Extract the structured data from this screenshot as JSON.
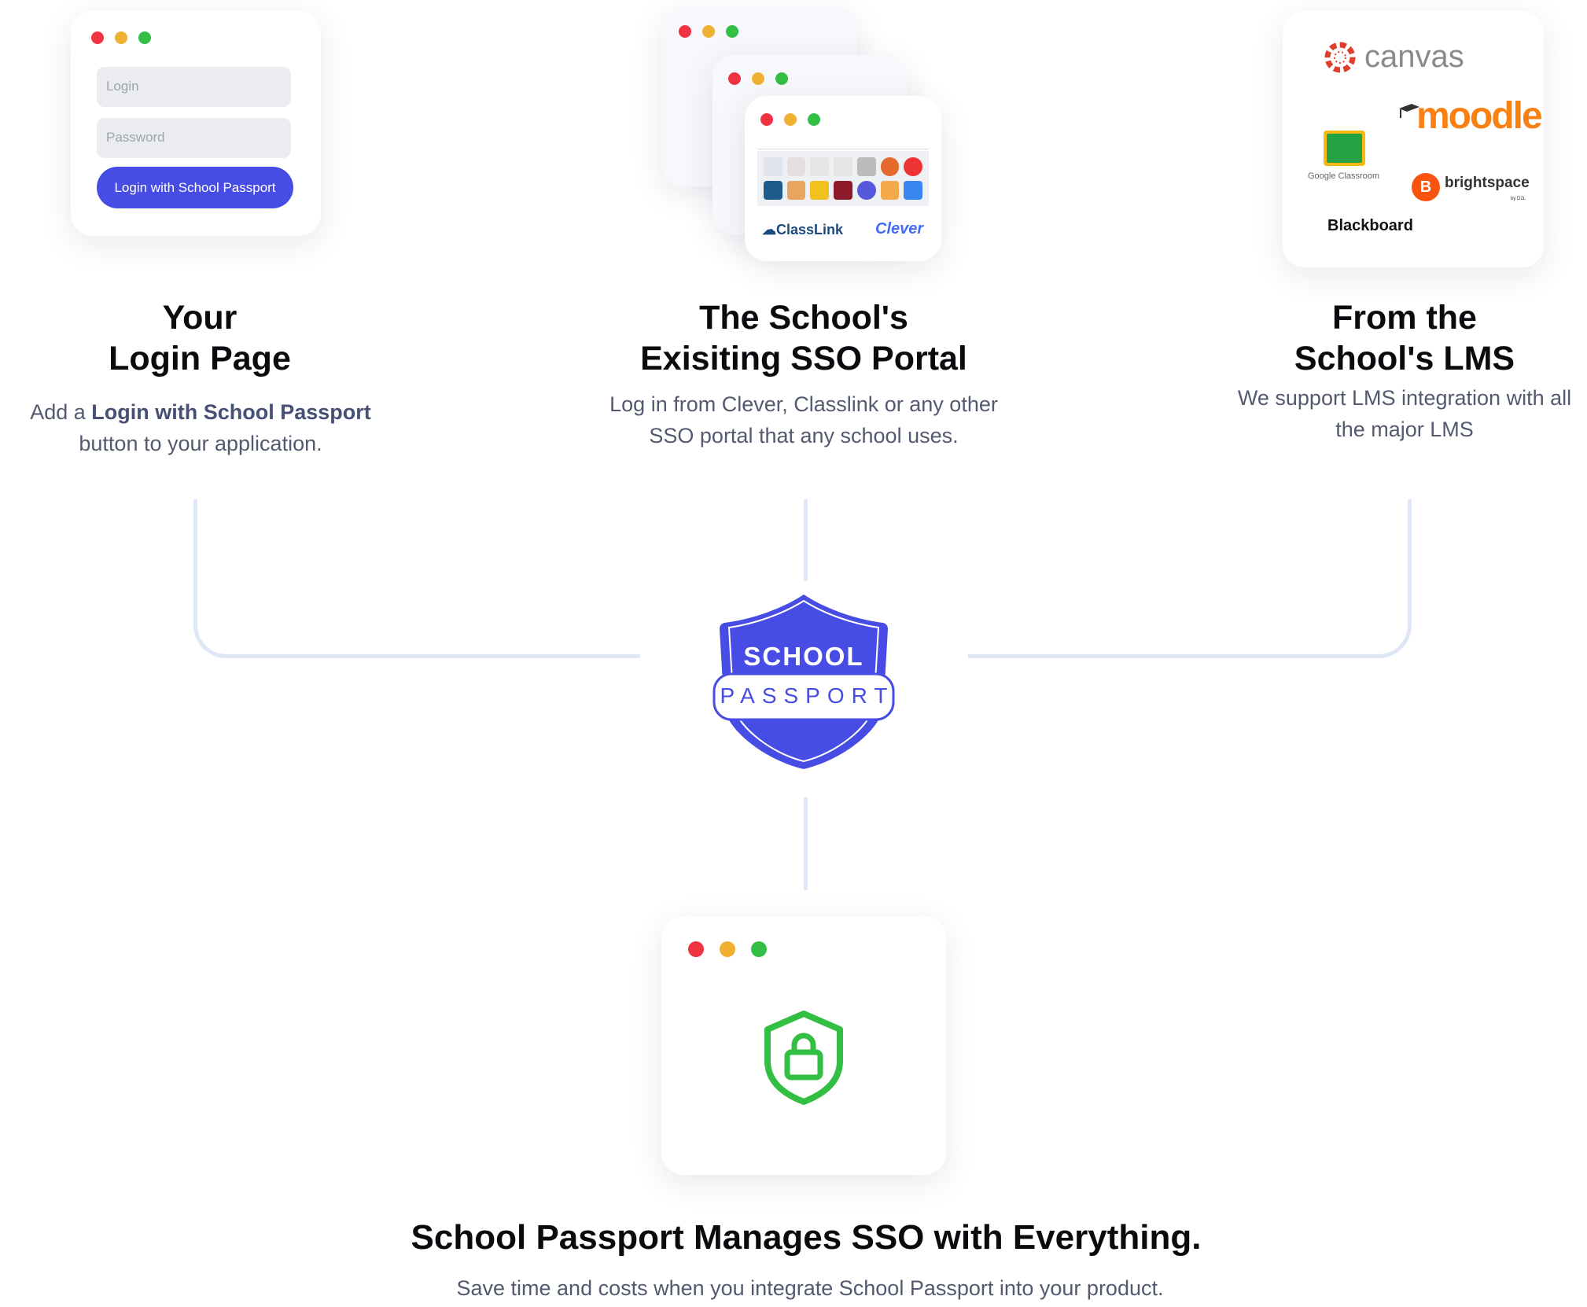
{
  "login_card": {
    "login_placeholder": "Login",
    "password_placeholder": "Password",
    "button_label": "Login with School Passport"
  },
  "section_login": {
    "title_line1": "Your",
    "title_line2": "Login Page",
    "desc_prefix": "Add a ",
    "desc_bold": "Login with School Passport",
    "desc_suffix": "button to your application."
  },
  "sso_card": {
    "classlink": "ClassLink",
    "clever": "Clever"
  },
  "section_sso": {
    "title_line1": "The School's",
    "title_line2": "Exisiting SSO Portal",
    "desc_line1": "Log in from Clever, Classlink or any other",
    "desc_line2": "SSO portal that any school uses."
  },
  "lms_card": {
    "canvas": "canvas",
    "moodle": "moodle",
    "google_classroom": "Google Classroom",
    "brightspace": "brightspace",
    "brightspace_sub": "by D2L",
    "blackboard": "Blackboard"
  },
  "section_lms": {
    "title_line1": "From the",
    "title_line2": "School's LMS",
    "desc_line1": "We support LMS integration with all",
    "desc_line2": "the major LMS"
  },
  "badge": {
    "top": "SCHOOL",
    "bottom": "PASSPORT"
  },
  "footer": {
    "title": "School Passport Manages SSO with Everything.",
    "subtitle": "Save time and costs when you integrate School Passport into your product."
  },
  "colors": {
    "brand": "#464ce4",
    "lock_green": "#33be44",
    "connector": "#dfe7f7"
  }
}
